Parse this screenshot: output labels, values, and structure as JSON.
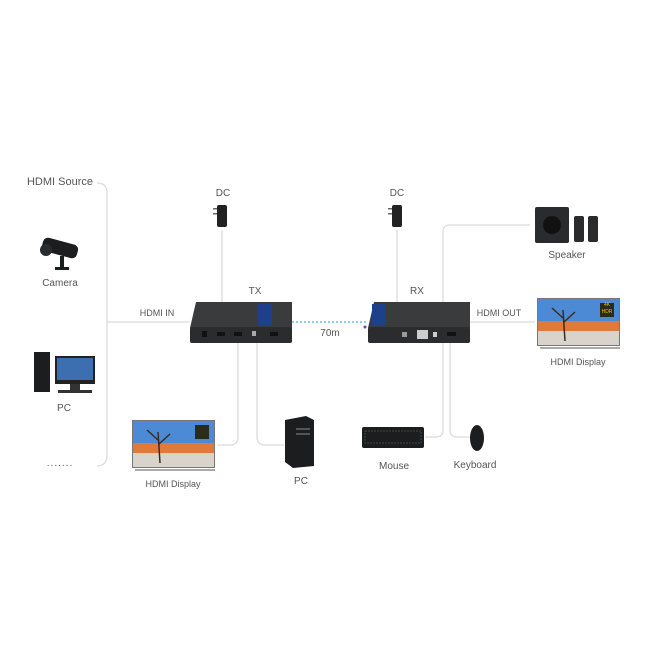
{
  "labels": {
    "hdmi_source": "HDMI Source",
    "camera": "Camera",
    "pc_left": "PC",
    "more": ".......",
    "hdmi_in": "HDMI IN",
    "dc_tx": "DC",
    "dc_rx": "DC",
    "tx": "TX",
    "rx": "RX",
    "distance": "70m",
    "hdmi_out": "HDMI OUT",
    "speaker": "Speaker",
    "hdmi_display_right": "HDMI Display",
    "hdmi_display_bottom": "HDMI Display",
    "pc_bottom": "PC",
    "mouse": "Mouse",
    "keyboard": "Keyboard",
    "badge_4k": "4K",
    "badge_hdr": "HDR"
  },
  "colors": {
    "line": "#dcdcdc",
    "device": "#2b2c2e",
    "cable": "#5fc8de",
    "label": "#555555"
  }
}
